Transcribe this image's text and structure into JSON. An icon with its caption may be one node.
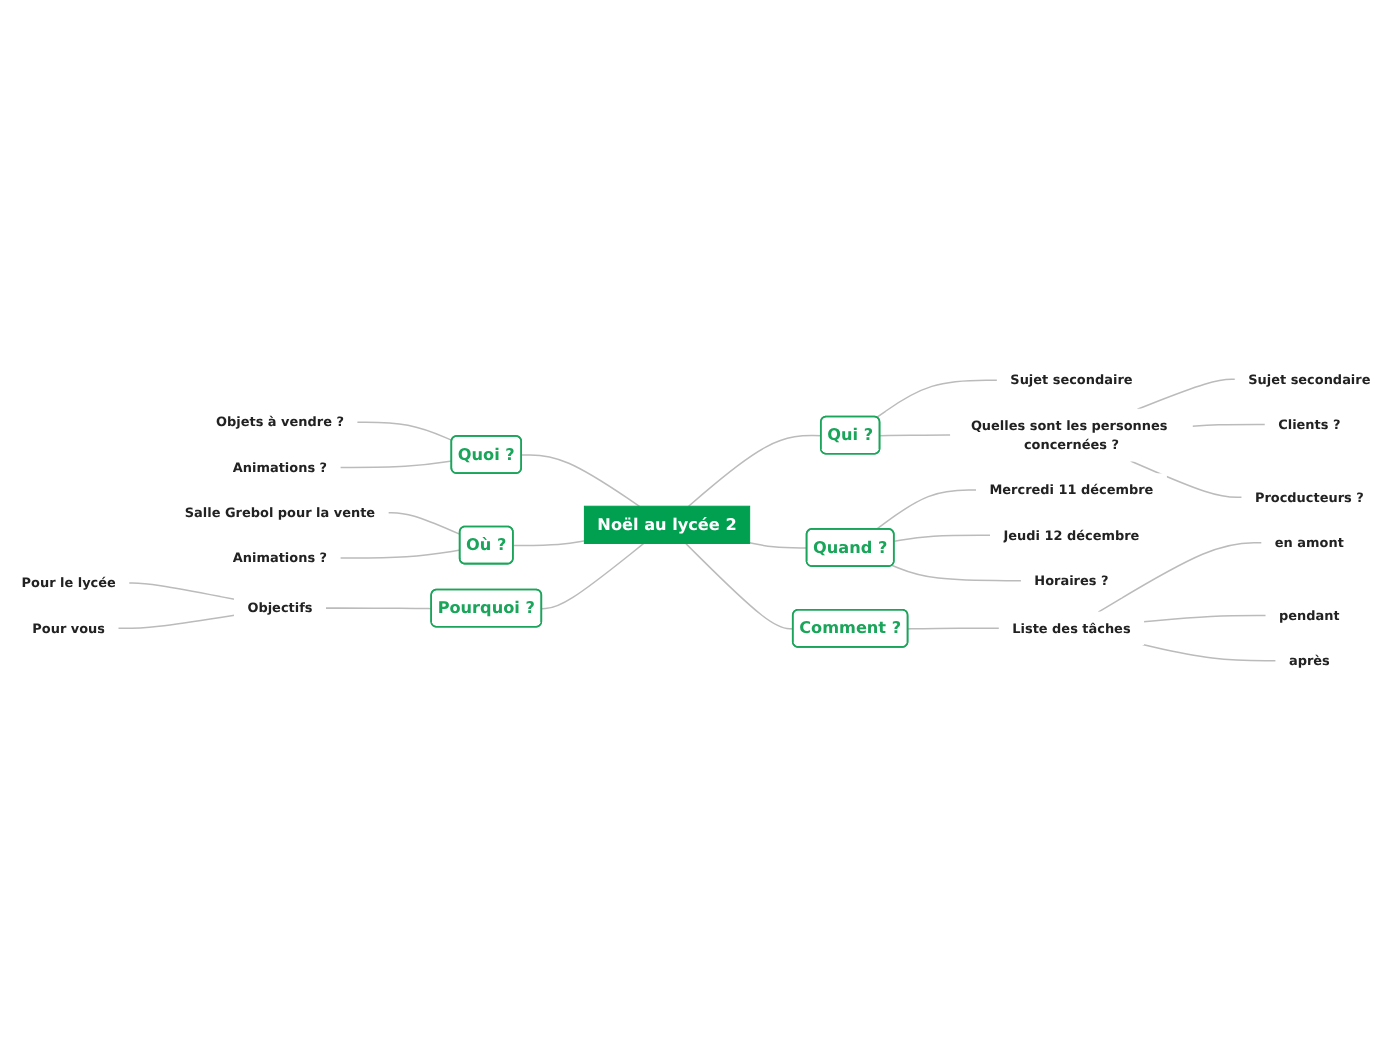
{
  "diagram": {
    "nodes": [
      {
        "text": [
          "Noël au lycée 2"
        ]
      },
      {
        "text": [
          "Qui ?"
        ]
      },
      {
        "text": [
          "Sujet secondaire"
        ]
      },
      {
        "text": [
          "Quelles sont les personnes concernées ?"
        ]
      },
      {
        "text": [
          "Sujet secondaire"
        ]
      },
      {
        "text": [
          "Clients ?"
        ]
      },
      {
        "text": [
          "Procducteurs ?"
        ]
      },
      {
        "text": [
          "Quand ?"
        ]
      },
      {
        "text": [
          "Mercredi 11 décembre"
        ]
      },
      {
        "text": [
          "Jeudi 12 décembre"
        ]
      },
      {
        "text": [
          "Horaires ?"
        ]
      },
      {
        "text": [
          "Comment ?"
        ]
      },
      {
        "text": [
          "Liste des tâches"
        ]
      },
      {
        "text": [
          "en amont"
        ]
      },
      {
        "text": [
          "pendant"
        ]
      },
      {
        "text": [
          "après"
        ]
      },
      {
        "text": [
          "Quoi ?"
        ]
      },
      {
        "text": [
          "Objets à vendre ?"
        ]
      },
      {
        "text": [
          "Animations ?"
        ]
      },
      {
        "text": [
          "Où ?"
        ]
      },
      {
        "text": [
          "Salle Grebol pour la vente"
        ]
      },
      {
        "text": [
          "Animations ?"
        ]
      },
      {
        "text": [
          "Pourquoi ?"
        ]
      },
      {
        "text": [
          "Objectifs"
        ]
      },
      {
        "text": [
          "Pour le lycée"
        ]
      },
      {
        "text": [
          "Pour vous"
        ]
      }
    ],
    "edges": [
      {
        "from": 0,
        "to": 1,
        "arrow": "none"
      },
      {
        "from": 1,
        "to": 2,
        "arrow": "none"
      },
      {
        "from": 1,
        "to": 3,
        "arrow": "none"
      },
      {
        "from": 3,
        "to": 4,
        "arrow": "none"
      },
      {
        "from": 3,
        "to": 5,
        "arrow": "none"
      },
      {
        "from": 3,
        "to": 6,
        "arrow": "none"
      },
      {
        "from": 0,
        "to": 7,
        "arrow": "none"
      },
      {
        "from": 7,
        "to": 8,
        "arrow": "none"
      },
      {
        "from": 7,
        "to": 9,
        "arrow": "none"
      },
      {
        "from": 7,
        "to": 10,
        "arrow": "none"
      },
      {
        "from": 0,
        "to": 11,
        "arrow": "none"
      },
      {
        "from": 11,
        "to": 12,
        "arrow": "none"
      },
      {
        "from": 12,
        "to": 13,
        "arrow": "none"
      },
      {
        "from": 12,
        "to": 14,
        "arrow": "none"
      },
      {
        "from": 12,
        "to": 15,
        "arrow": "none"
      },
      {
        "from": 16,
        "to": 0,
        "arrow": "none"
      },
      {
        "from": 17,
        "to": 16,
        "arrow": "none"
      },
      {
        "from": 18,
        "to": 16,
        "arrow": "none"
      },
      {
        "from": 19,
        "to": 0,
        "arrow": "none"
      },
      {
        "from": 20,
        "to": 19,
        "arrow": "none"
      },
      {
        "from": 21,
        "to": 19,
        "arrow": "none"
      },
      {
        "from": 22,
        "to": 0,
        "arrow": "none"
      },
      {
        "from": 23,
        "to": 22,
        "arrow": "none"
      },
      {
        "from": 24,
        "to": 23,
        "arrow": "none"
      },
      {
        "from": 25,
        "to": 23,
        "arrow": "none"
      }
    ]
  }
}
